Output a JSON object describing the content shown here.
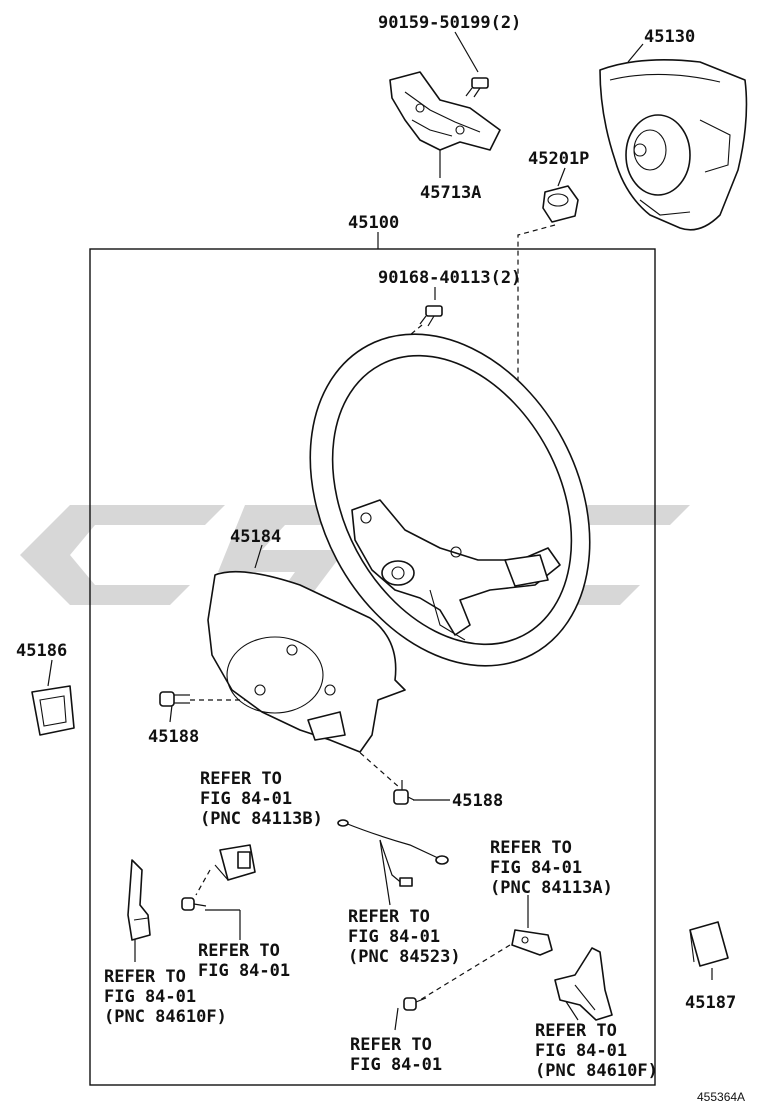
{
  "labels": {
    "p90159": "90159-50199(2)",
    "p45130": "45130",
    "p45713A": "45713A",
    "p45201P": "45201P",
    "p45100": "45100",
    "p90168": "90168-40113(2)",
    "p45184": "45184",
    "p45186": "45186",
    "p45188a": "45188",
    "p45188b": "45188",
    "p45187": "45187",
    "diagram_code": "455364A"
  },
  "refs": {
    "ref1": {
      "l1": "REFER TO",
      "l2": "FIG 84-01",
      "l3": "(PNC 84113B)"
    },
    "ref2": {
      "l1": "REFER TO",
      "l2": "FIG 84-01"
    },
    "ref3": {
      "l1": "REFER TO",
      "l2": "FIG 84-01",
      "l3": "(PNC 84523)"
    },
    "ref4": {
      "l1": "REFER TO",
      "l2": "FIG 84-01",
      "l3": "(PNC 84113A)"
    },
    "ref5": {
      "l1": "REFER TO",
      "l2": "FIG 84-01",
      "l3": "(PNC 84610F)"
    },
    "ref6": {
      "l1": "REFER TO",
      "l2": "FIG 84-01"
    },
    "ref7": {
      "l1": "REFER TO",
      "l2": "FIG 84-01",
      "l3": "(PNC 84610F)"
    }
  },
  "colors": {
    "line": "#111111",
    "watermark": "#c9c9c9",
    "background": "#ffffff"
  }
}
